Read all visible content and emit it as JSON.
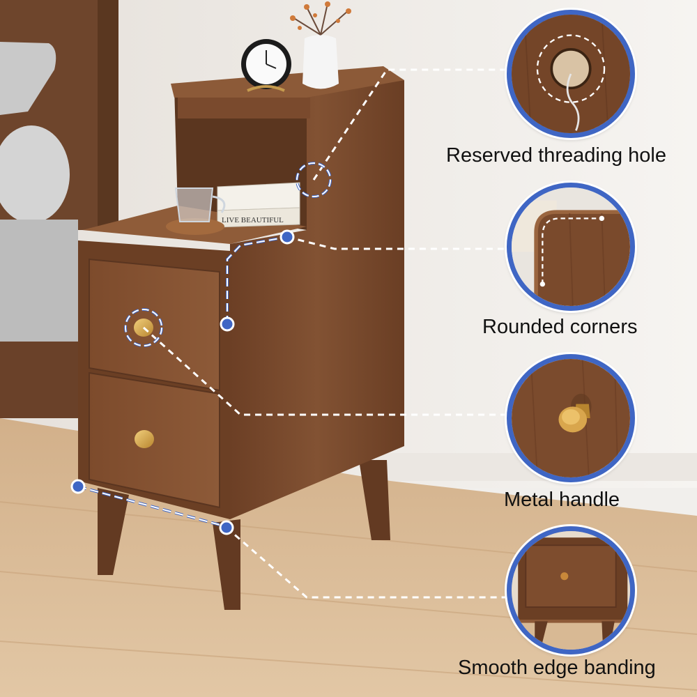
{
  "features": [
    {
      "label": "Reserved threading hole",
      "icon": "threading-hole-icon"
    },
    {
      "label": "Rounded corners",
      "icon": "rounded-corner-icon"
    },
    {
      "label": "Metal handle",
      "icon": "metal-handle-icon"
    },
    {
      "label": "Smooth edge banding",
      "icon": "edge-banding-icon"
    }
  ],
  "book_text": "LIVE BEAUTIFUL",
  "colors": {
    "accent": "#3f66c4",
    "wood": "#7a4a2e",
    "wood_dark": "#5e3620",
    "gold": "#d4a24a",
    "wall": "#f1efec",
    "floor": "#d9b994"
  }
}
